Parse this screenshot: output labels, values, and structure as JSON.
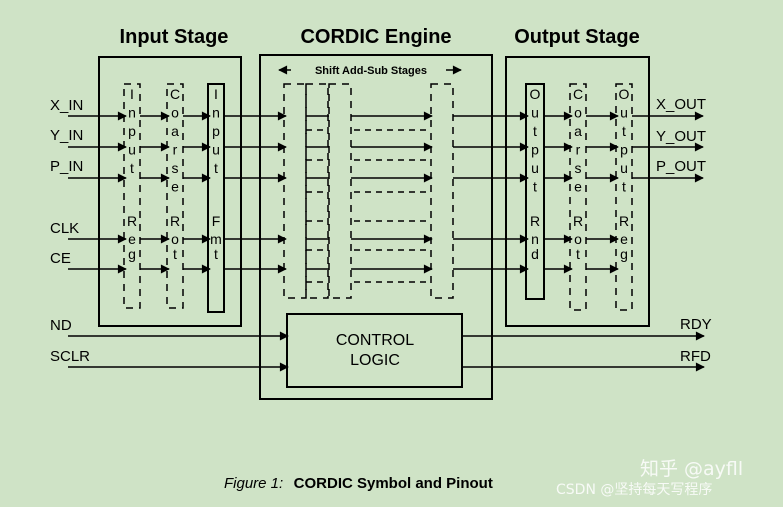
{
  "titles": {
    "input_stage": "Input Stage",
    "cordic_engine": "CORDIC Engine",
    "output_stage": "Output Stage",
    "shift_stages": "Shift Add-Sub Stages"
  },
  "inputs": [
    {
      "label": "X_IN"
    },
    {
      "label": "Y_IN"
    },
    {
      "label": "P_IN"
    },
    {
      "label": "CLK"
    },
    {
      "label": "CE"
    }
  ],
  "outputs": [
    {
      "label": "X_OUT"
    },
    {
      "label": "Y_OUT"
    },
    {
      "label": "P_OUT"
    }
  ],
  "control_inputs": [
    {
      "label": "ND"
    },
    {
      "label": "SCLR"
    }
  ],
  "control_outputs": [
    {
      "label": "RDY"
    },
    {
      "label": "RFD"
    }
  ],
  "control": {
    "line1": "CONTROL",
    "line2": "LOGIC"
  },
  "input_blocks": [
    {
      "name": "input-reg",
      "top": [
        "I",
        "n",
        "p",
        "u",
        "t"
      ],
      "bottom": [
        "R",
        "e",
        "g"
      ]
    },
    {
      "name": "input-coarse-rot",
      "top": [
        "C",
        "o",
        "a",
        "r",
        "s",
        "e"
      ],
      "bottom": [
        "R",
        "o",
        "t"
      ]
    },
    {
      "name": "input-fmt",
      "top": [
        "I",
        "n",
        "p",
        "u",
        "t"
      ],
      "bottom": [
        "F",
        "m",
        "t"
      ]
    }
  ],
  "output_blocks": [
    {
      "name": "output-rnd",
      "top": [
        "O",
        "u",
        "t",
        "p",
        "u",
        "t"
      ],
      "bottom": [
        "R",
        "n",
        "d"
      ]
    },
    {
      "name": "output-coarse-rot",
      "top": [
        "C",
        "o",
        "a",
        "r",
        "s",
        "e"
      ],
      "bottom": [
        "R",
        "o",
        "t"
      ]
    },
    {
      "name": "output-reg",
      "top": [
        "O",
        "u",
        "t",
        "p",
        "u",
        "t"
      ],
      "bottom": [
        "R",
        "e",
        "g"
      ]
    }
  ],
  "caption": {
    "prefix": "Figure 1:",
    "title": "CORDIC Symbol and Pinout"
  },
  "watermarks": {
    "zhihu": "知乎 @ayfll",
    "csdn": "CSDN @坚持每天写程序"
  }
}
